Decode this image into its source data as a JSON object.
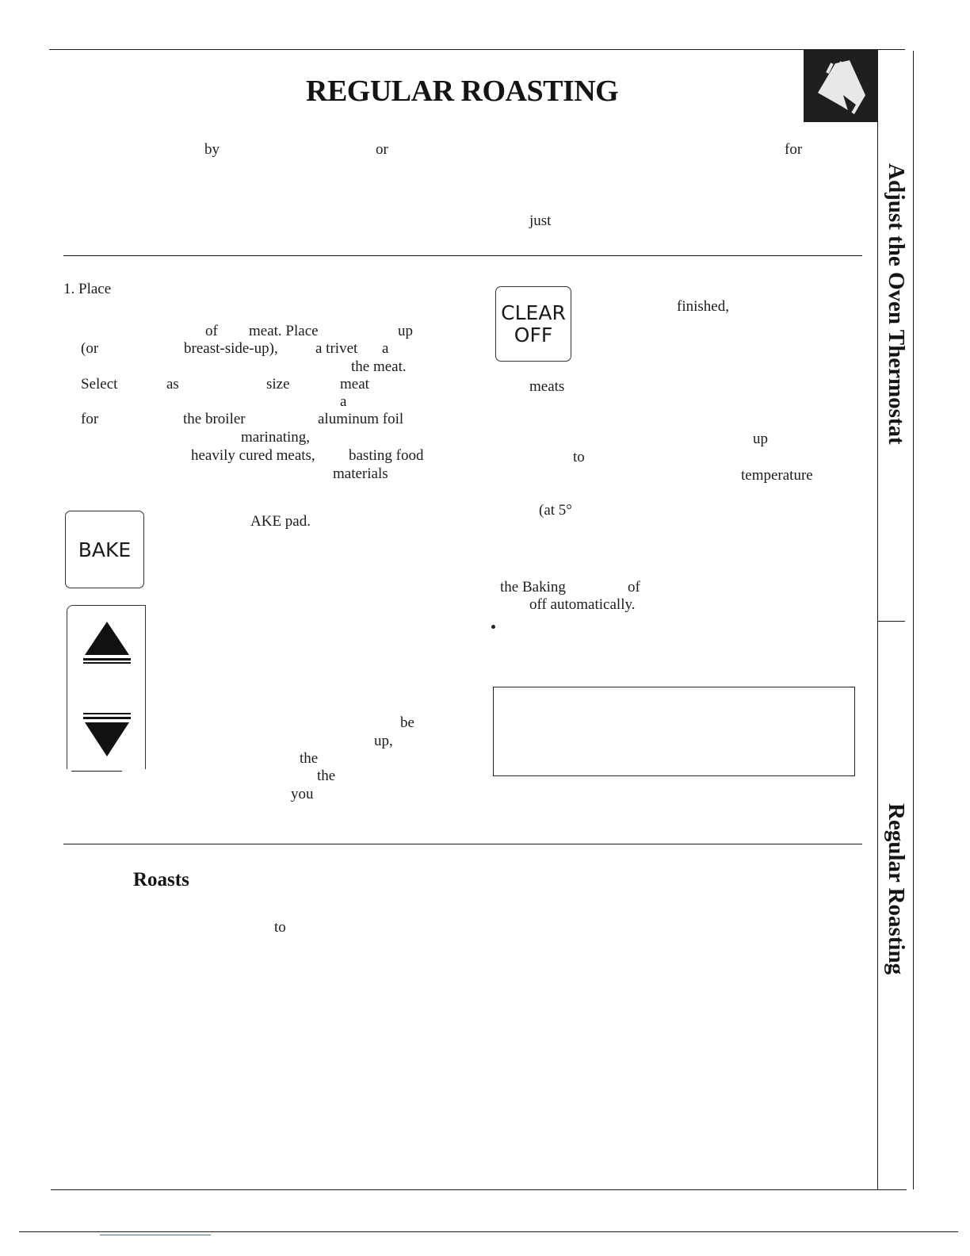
{
  "page": {
    "title": "REGULAR ROASTING",
    "side_tab_upper": "Adjust the Oven Thermostat",
    "side_tab_lower": "Regular Roasting",
    "section_heading": "Roasts"
  },
  "pads": {
    "clear_off_line1": "CLEAR",
    "clear_off_line2": "OFF",
    "bake": "BAKE"
  },
  "fragments": {
    "intro": [
      "by",
      "or",
      "for",
      "just"
    ],
    "left_col": [
      "1. Place",
      "of",
      "meat. Place",
      "up",
      "(or",
      "breast-side-up),",
      "a trivet",
      "a",
      "the meat.",
      "Select",
      "as",
      "size",
      "meat",
      "a",
      "for",
      "the broiler",
      "aluminum foil",
      "marinating,",
      "heavily cured meats,",
      "basting food",
      "materials",
      "AKE pad.",
      "be",
      "up,",
      "the",
      "the",
      "you"
    ],
    "right_col": [
      "finished,",
      "meats",
      "up",
      "to",
      "temperature",
      "(at 5°",
      "the Baking",
      "of",
      "off automatically."
    ],
    "roasts_section": [
      "to"
    ]
  }
}
